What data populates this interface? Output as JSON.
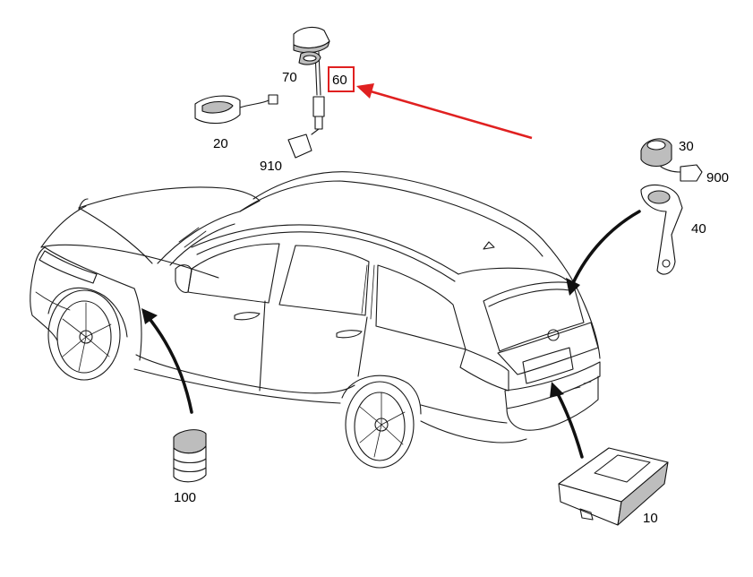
{
  "diagram": {
    "callouts": [
      {
        "id": "p60",
        "label": "60"
      },
      {
        "id": "p70",
        "label": "70"
      },
      {
        "id": "p20",
        "label": "20"
      },
      {
        "id": "p910",
        "label": "910"
      },
      {
        "id": "p30",
        "label": "30"
      },
      {
        "id": "p900",
        "label": "900"
      },
      {
        "id": "p40",
        "label": "40"
      },
      {
        "id": "p100",
        "label": "100"
      },
      {
        "id": "p10",
        "label": "10"
      }
    ],
    "highlight_color": "#e02020"
  }
}
